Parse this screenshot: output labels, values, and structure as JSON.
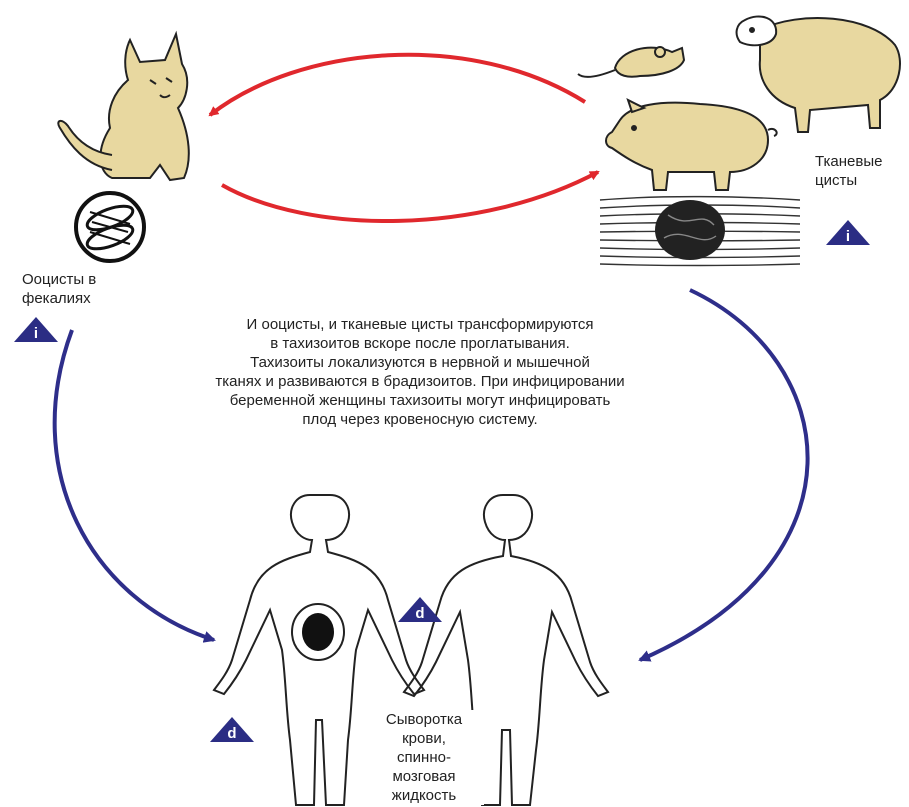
{
  "labels": {
    "tissue_cysts": [
      "Тканевые",
      "цисты"
    ],
    "oocysts": [
      "Ооцисты в",
      "фекалиях"
    ],
    "serum": [
      "Сыворотка",
      "крови,",
      "спинно-",
      "мозговая",
      "жидкость"
    ]
  },
  "description_lines": [
    "И ооцисты, и тканевые цисты трансформируются",
    "в тахизоитов вскоре после проглатывания.",
    "Тахизоиты локализуются в нервной и мышечной",
    "тканях и развиваются в брадизоитов. При инфицировании",
    "беременной женщины тахизоиты могут инфицировать",
    "плод через кровеносную систему."
  ],
  "badges": {
    "infective_stage": "i",
    "diagnostic_stage": "d"
  },
  "colors": {
    "infective_arrow": "#e0282d",
    "human_arrow": "#2e2e8a",
    "badge_fill": "#2b2d84",
    "animal_fill": "#e8d8a0",
    "outline": "#222222"
  }
}
